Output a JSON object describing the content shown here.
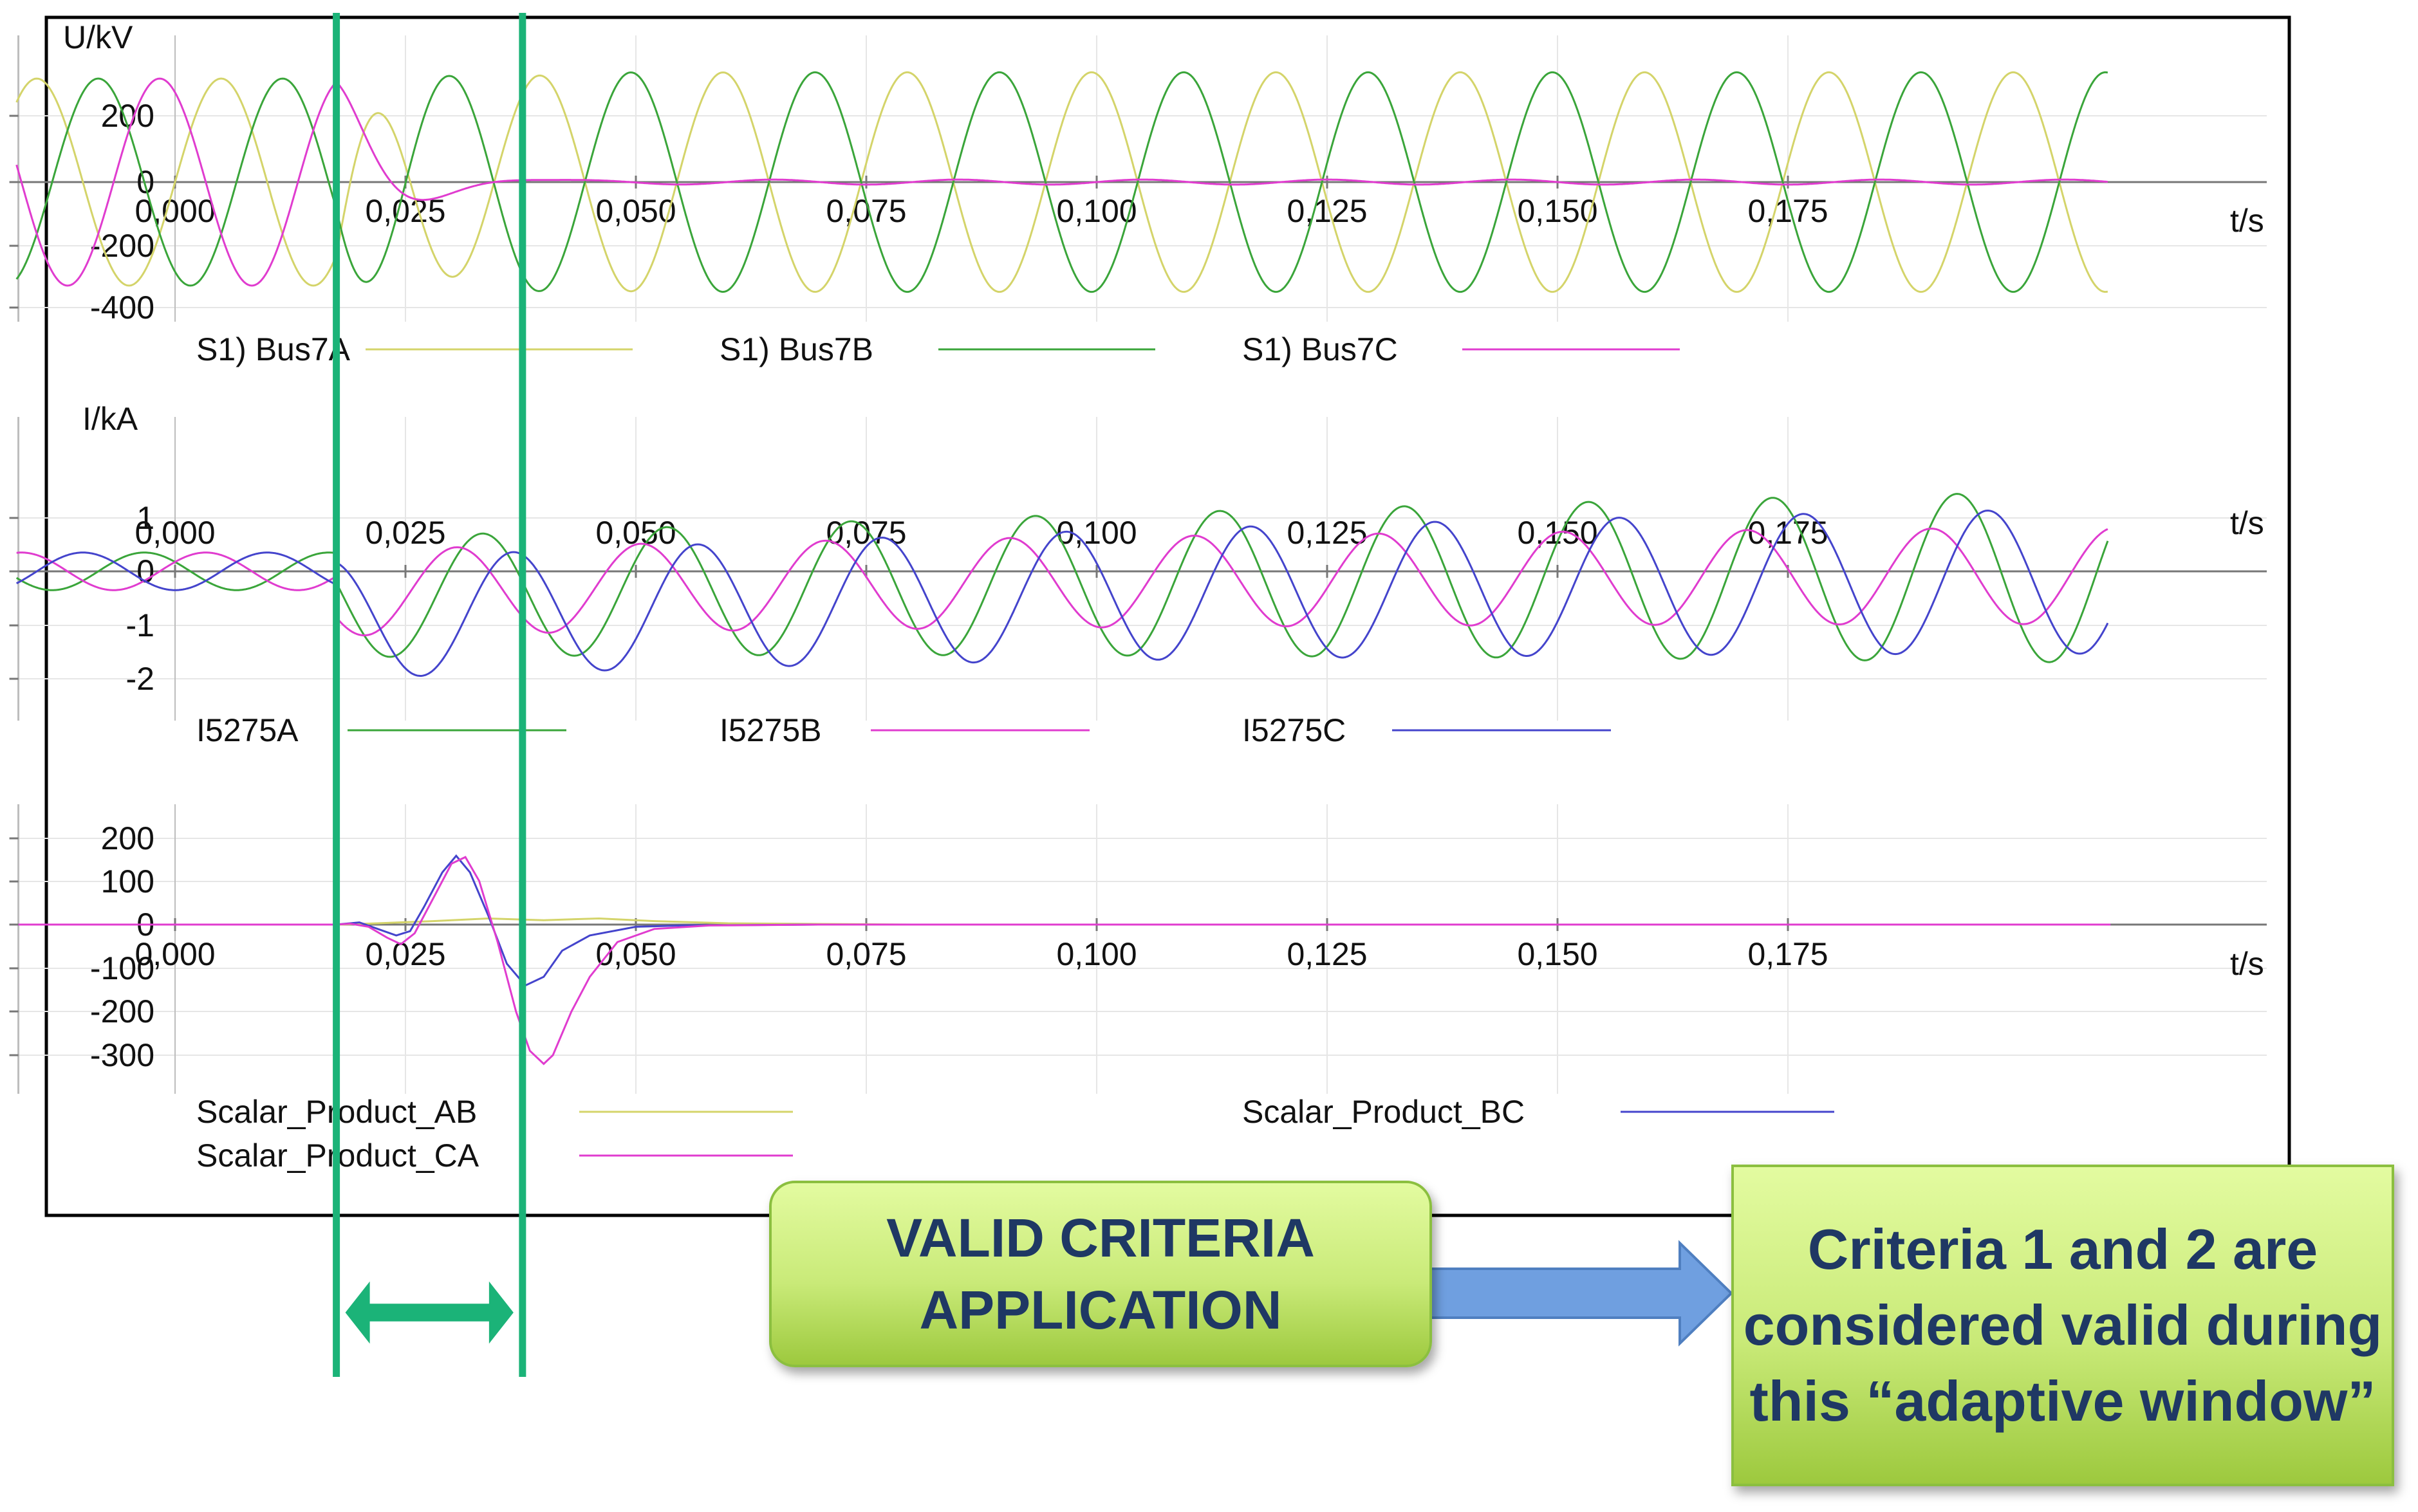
{
  "chart_data": [
    {
      "type": "line",
      "ylabel": "U/kV",
      "xlabel": "t/s",
      "x_ticks": [
        "0,000",
        "0,025",
        "0,050",
        "0,075",
        "0,100",
        "0,125",
        "0,150",
        "0,175"
      ],
      "y_ticks": [
        "200",
        "0",
        "-200",
        "-400"
      ],
      "xlim": [
        -0.017,
        0.21
      ],
      "ylim": [
        -400,
        400
      ],
      "grid": true,
      "fault_time": 0.0175,
      "series": [
        {
          "name": "S1) Bus7A",
          "color": "#d4d46a",
          "pre_amp": 330,
          "phase_deg": 0,
          "post_amp": 350,
          "post_phase_deg": 100,
          "x_start": -0.0172,
          "x_end": 0.2097
        },
        {
          "name": "S1) Bus7B",
          "color": "#3aa53a",
          "pre_amp": 330,
          "phase_deg": -120,
          "post_amp": 350,
          "post_phase_deg": -80,
          "x_start": -0.0172,
          "x_end": 0.2097
        },
        {
          "name": "S1) Bus7C",
          "color": "#e03ccf",
          "pre_amp": 330,
          "phase_deg": 120,
          "post_amp": 8,
          "post_phase_deg": 0,
          "x_start": -0.0172,
          "x_end": 0.2097
        }
      ]
    },
    {
      "type": "line",
      "ylabel": "I/kA",
      "xlabel": "t/s",
      "x_ticks": [
        "0,000",
        "0,025",
        "0,050",
        "0,075",
        "0,100",
        "0,125",
        "0,150",
        "0,175"
      ],
      "y_ticks": [
        "1",
        "0",
        "-1",
        "-2"
      ],
      "xlim": [
        -0.017,
        0.21
      ],
      "ylim": [
        -2.4,
        1.5
      ],
      "grid": true,
      "fault_time": 0.0175,
      "series": [
        {
          "name": "I5275A",
          "color": "#3aa53a",
          "pre_amp": 0.35,
          "phase_deg": 150,
          "post_amp_start": 1.1,
          "post_amp_end": 1.6,
          "post_phase_deg": 210,
          "offset_start": -0.5,
          "x_start": -0.0172,
          "x_end": 0.2097
        },
        {
          "name": "I5275B",
          "color": "#e03ccf",
          "pre_amp": 0.35,
          "phase_deg": 30,
          "post_amp_start": 0.8,
          "post_amp_end": 0.9,
          "post_phase_deg": 260,
          "offset_start": -0.4,
          "x_start": -0.0172,
          "x_end": 0.2097
        },
        {
          "name": "I5275C",
          "color": "#4444cc",
          "pre_amp": 0.35,
          "phase_deg": -90,
          "post_amp_start": 1.1,
          "post_amp_end": 1.35,
          "post_phase_deg": 150,
          "offset_start": -0.9,
          "x_start": -0.0172,
          "x_end": 0.2097
        }
      ]
    },
    {
      "type": "line",
      "ylabel": "",
      "xlabel": "t/s",
      "x_ticks": [
        "0,000",
        "0,025",
        "0,050",
        "0,075",
        "0,100",
        "0,125",
        "0,150",
        "0,175"
      ],
      "y_ticks": [
        "200",
        "100",
        "0",
        "-100",
        "-200",
        "-300"
      ],
      "xlim": [
        -0.017,
        0.21
      ],
      "ylim": [
        -350,
        260
      ],
      "grid": true,
      "series": [
        {
          "name": "Scalar_Product_AB",
          "color": "#d4d46a",
          "points": [
            [
              -0.017,
              0
            ],
            [
              0.018,
              0
            ],
            [
              0.022,
              3
            ],
            [
              0.028,
              8
            ],
            [
              0.034,
              14
            ],
            [
              0.04,
              10
            ],
            [
              0.046,
              14
            ],
            [
              0.052,
              8
            ],
            [
              0.06,
              3
            ],
            [
              0.08,
              0
            ],
            [
              0.21,
              0
            ]
          ]
        },
        {
          "name": "Scalar_Product_BC",
          "color": "#4444cc",
          "points": [
            [
              -0.017,
              0
            ],
            [
              0.0175,
              0
            ],
            [
              0.02,
              5
            ],
            [
              0.022,
              -10
            ],
            [
              0.024,
              -25
            ],
            [
              0.0255,
              -15
            ],
            [
              0.027,
              40
            ],
            [
              0.029,
              120
            ],
            [
              0.0305,
              158
            ],
            [
              0.032,
              120
            ],
            [
              0.034,
              20
            ],
            [
              0.036,
              -90
            ],
            [
              0.038,
              -140
            ],
            [
              0.04,
              -120
            ],
            [
              0.042,
              -60
            ],
            [
              0.045,
              -25
            ],
            [
              0.05,
              -5
            ],
            [
              0.055,
              -2
            ],
            [
              0.07,
              0
            ],
            [
              0.21,
              0
            ]
          ]
        },
        {
          "name": "Scalar_Product_CA",
          "color": "#e03ccf",
          "points": [
            [
              -0.017,
              0
            ],
            [
              0.0175,
              0
            ],
            [
              0.019,
              2
            ],
            [
              0.021,
              -5
            ],
            [
              0.023,
              -30
            ],
            [
              0.0245,
              -45
            ],
            [
              0.026,
              -20
            ],
            [
              0.028,
              60
            ],
            [
              0.03,
              140
            ],
            [
              0.0315,
              155
            ],
            [
              0.033,
              100
            ],
            [
              0.035,
              -40
            ],
            [
              0.037,
              -200
            ],
            [
              0.0385,
              -290
            ],
            [
              0.04,
              -320
            ],
            [
              0.041,
              -300
            ],
            [
              0.043,
              -200
            ],
            [
              0.045,
              -120
            ],
            [
              0.048,
              -40
            ],
            [
              0.052,
              -10
            ],
            [
              0.058,
              -2
            ],
            [
              0.07,
              0
            ],
            [
              0.21,
              0
            ]
          ]
        }
      ]
    }
  ],
  "window": {
    "t_start": 0.0175,
    "t_end": 0.0377,
    "color": "#1bb378"
  },
  "annotations": {
    "criteria_box": [
      "VALID CRITERIA",
      "APPLICATION"
    ],
    "adaptive_box": [
      "Criteria 1 and 2 are",
      "considered valid during",
      "this “adaptive window”"
    ]
  },
  "colors": {
    "arrow_fill": "#6f9fe0",
    "box_border": "#8bbf3f",
    "box_text": "#1f3864",
    "window_line": "#1bb378"
  }
}
